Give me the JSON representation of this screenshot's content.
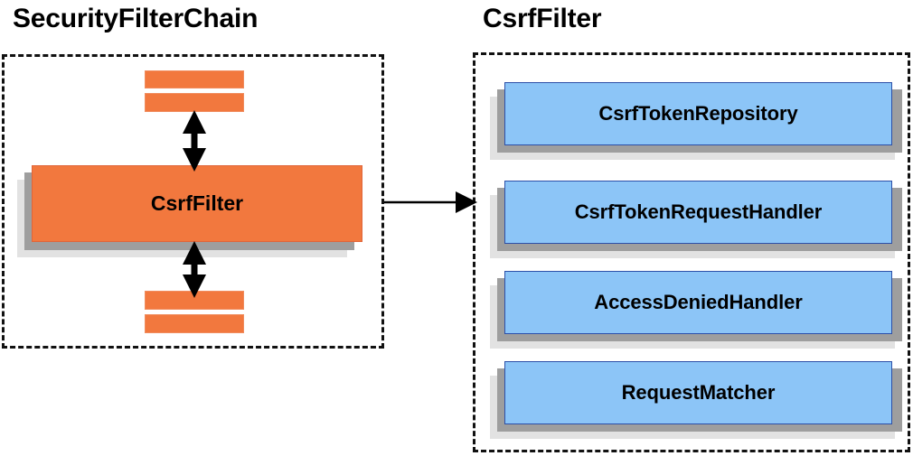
{
  "diagram": {
    "title_left": "SecurityFilterChain",
    "title_right": "CsrfFilter",
    "left_panel": {
      "filter_label": "CsrfFilter",
      "upper_bars_count": 2,
      "lower_bars_count": 2
    },
    "right_panel": {
      "components": [
        {
          "label": "CsrfTokenRepository"
        },
        {
          "label": "CsrfTokenRequestHandler"
        },
        {
          "label": "AccessDeniedHandler"
        },
        {
          "label": "RequestMatcher"
        }
      ]
    },
    "colors": {
      "orange_fill": "#F2783E",
      "orange_border": "#E0653A",
      "blue_fill": "#8CC5F7",
      "blue_border": "#2B4FA8",
      "shadow_near": "#9E9E9E",
      "shadow_far": "#E2E2E2",
      "outline": "#111111",
      "text": "#000000"
    }
  }
}
